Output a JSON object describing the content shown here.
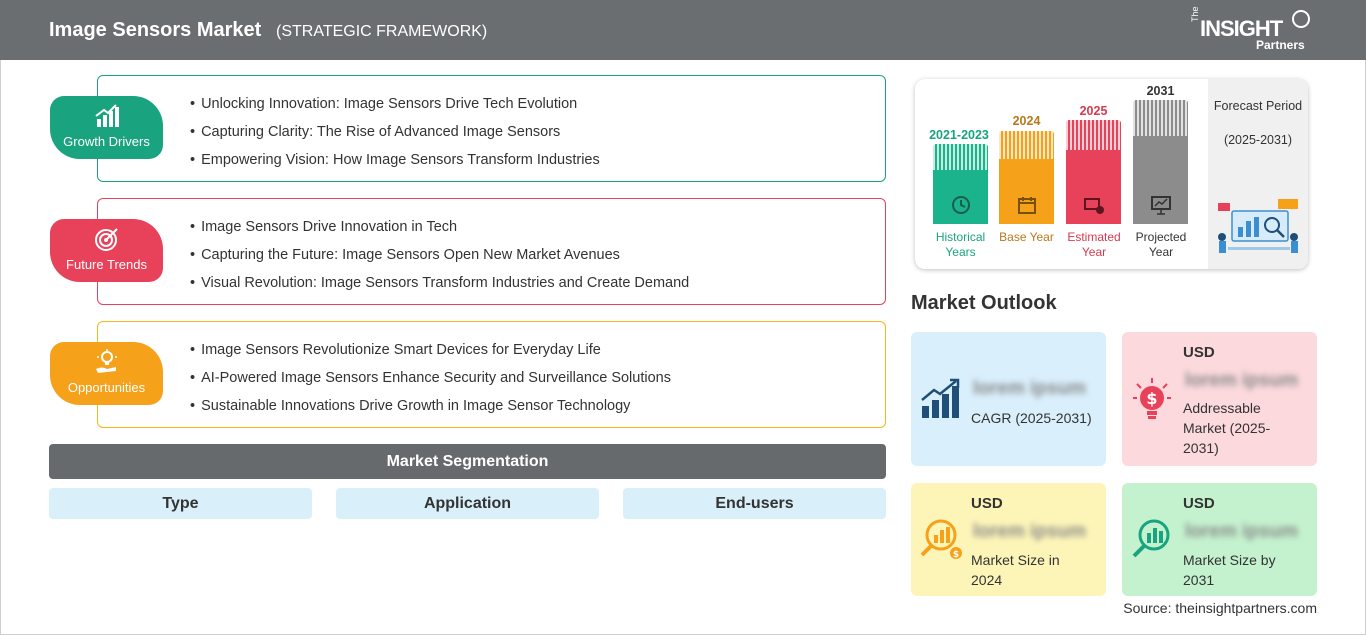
{
  "header": {
    "title": "Image Sensors Market",
    "subtitle": "(STRATEGIC FRAMEWORK)",
    "logo": {
      "prefix": "The",
      "main": "INSIGHT",
      "sub": "Partners"
    }
  },
  "colors": {
    "header_bg": "#6b6e70",
    "growth": "#1aa37f",
    "trends": "#e8425a",
    "opportunities": "#f5a11a",
    "historical": "#1ab38b",
    "base": "#f5a11a",
    "estimated": "#e8425a",
    "projected": "#8c8c8c"
  },
  "sections": [
    {
      "label": "Growth Drivers",
      "icon": "bar-chart-icon",
      "items": [
        "Unlocking Innovation: Image Sensors Drive Tech Evolution",
        "Capturing Clarity: The Rise of Advanced Image Sensors",
        "Empowering Vision: How Image Sensors Transform Industries"
      ]
    },
    {
      "label": "Future Trends",
      "icon": "target-icon",
      "items": [
        "Image Sensors Drive Innovation in Tech",
        "Capturing the Future: Image Sensors Open New Market Avenues",
        "Visual Revolution: Image Sensors Transform Industries and Create Demand"
      ]
    },
    {
      "label": "Opportunities",
      "icon": "lightbulb-hand-icon",
      "items": [
        "Image Sensors Revolutionize Smart Devices for Everyday Life",
        "AI-Powered Image Sensors Enhance Security and Surveillance Solutions",
        "Sustainable Innovations Drive Growth in Image Sensor Technology"
      ]
    }
  ],
  "segmentation": {
    "title": "Market Segmentation",
    "items": [
      "Type",
      "Application",
      "End-users"
    ]
  },
  "timeline": {
    "forecast_title": "Forecast Period",
    "forecast_range": "(2025-2031)",
    "columns": [
      {
        "year": "2021-2023",
        "caption": "Historical Years",
        "icon": "history-icon"
      },
      {
        "year": "2024",
        "caption": "Base Year",
        "icon": "calendar-icon"
      },
      {
        "year": "2025",
        "caption": "Estimated Year",
        "icon": "estimate-icon"
      },
      {
        "year": "2031",
        "caption": "Projected Year",
        "icon": "presentation-icon"
      }
    ]
  },
  "outlook": {
    "title": "Market Outlook",
    "cards": [
      {
        "usd": "",
        "value": "lorem ipsum",
        "label": "CAGR (2025-2031)",
        "icon": "growth-chart-icon"
      },
      {
        "usd": "USD",
        "value": "lorem ipsum",
        "label": "Addressable Market (2025-2031)",
        "icon": "dollar-bulb-icon"
      },
      {
        "usd": "USD",
        "value": "lorem ipsum",
        "label": "Market Size in 2024",
        "icon": "magnifier-chart-icon"
      },
      {
        "usd": "USD",
        "value": "lorem ipsum",
        "label": "Market Size by 2031",
        "icon": "magnifier-bars-icon"
      }
    ]
  },
  "source": "Source: theinsightpartners.com"
}
